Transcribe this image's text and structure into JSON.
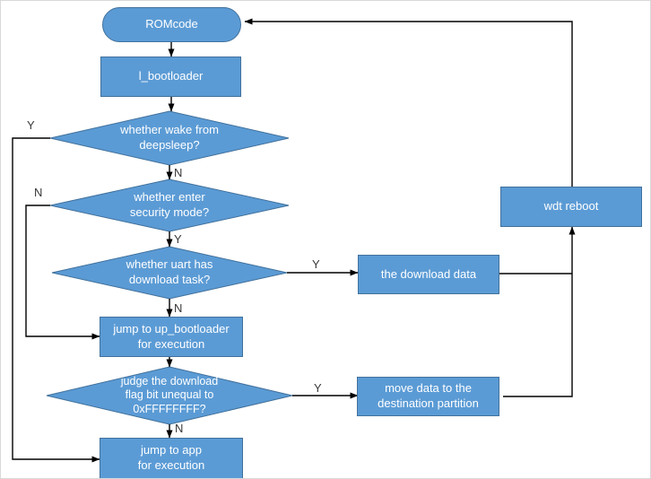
{
  "colors": {
    "node_fill": "#5b9bd5",
    "node_border": "#41719c",
    "connector": "#000000",
    "node_text": "#ffffff",
    "edge_label_text": "#383838",
    "background": "#ffffff"
  },
  "flowchart": {
    "nodes": {
      "romcode": "ROMcode",
      "l_bootloader": "l_bootloader",
      "wake_from_deepsleep": "whether wake from\ndeepsleep?",
      "enter_security_mode": "whether enter\nsecurity mode?",
      "uart_download_task": "whether uart has\ndownload task?",
      "jump_up_bootloader": "jump to up_bootloader\nfor execution",
      "download_flag_check": "judge the download\nflag bit unequal to\n0xFFFFFFFF?",
      "jump_app": "jump to app\nfor execution",
      "download_data": "the download data",
      "move_data": "move data to the\ndestination partition",
      "wdt_reboot": "wdt reboot"
    },
    "edge_labels": {
      "deepsleep_yes": "Y",
      "deepsleep_no": "N",
      "security_no": "N",
      "security_yes": "Y",
      "uart_yes": "Y",
      "uart_no": "N",
      "flag_yes": "Y",
      "flag_no": "N"
    }
  }
}
